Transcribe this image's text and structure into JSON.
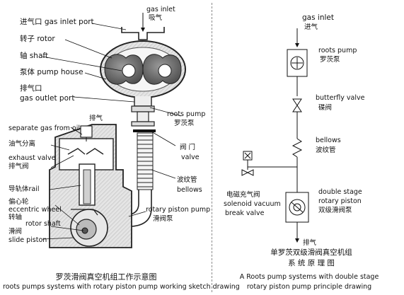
{
  "left": {
    "top_inlet_en": "gas inlet",
    "top_inlet_cn": "吸气",
    "labels": {
      "gas_inlet_port": "进气口 gas inlet port",
      "rotor": "转子 rotor",
      "shaft": "轴 shaft",
      "pump_house": "泵体 pump house",
      "gas_outlet_cn": "排气口",
      "gas_outlet_en": "gas outlet port",
      "roots_pump_en": "roots pump",
      "roots_pump_cn": "罗茨泵",
      "exhaust_top": "排气",
      "separate_gas": "separate gas from oil",
      "oil_separation": "油气分离",
      "exhaust_valve_en": "exhaust valve",
      "exhaust_valve_cn": "排气阀",
      "valve_cn": "阀  门",
      "valve_en": "valve",
      "bellows_cn": "波纹管",
      "bellows_en": "bellows",
      "rail": "导轨体rail",
      "eccentric_cn": "偏心轮",
      "eccentric_en": "eccentric wheel",
      "rotor_shaft_cn": "转轴",
      "rotor_shaft_en": "rotor shaft",
      "slide_piston_cn": "滑阀",
      "slide_piston_en": "slide piston",
      "rotary_piston_en": "rotary piston pump",
      "rotary_piston_cn": "滑阀泵"
    },
    "caption_cn": "罗茨滑阀真空机组工作示意图",
    "caption_en": "roots pumps systems with rotary piston pump working sketch drawing"
  },
  "right": {
    "gas_inlet_en": "gas inlet",
    "gas_inlet_cn": "进气",
    "roots_pump_en": "roots pump",
    "roots_pump_cn": "罗茨泵",
    "butterfly_en": "butterfly valve",
    "butterfly_cn": "碟阀",
    "bellows_en": "bellows",
    "bellows_cn": "波纹管",
    "solenoid_cn": "电磁充气阀",
    "solenoid_en1": "solenoid vacuum",
    "solenoid_en2": "break valve",
    "double_stage_en1": "double stage",
    "double_stage_en2": "rotary piston",
    "double_stage_cn": "双级滑阀泵",
    "exhaust_cn": "排气",
    "caption_cn1": "单罗茨双级滑阀真空机组",
    "caption_cn2": "系  统  原  理  图",
    "caption_en1": "A Roots pump systems with double stage",
    "caption_en2": "rotary piston pump principle drawing"
  }
}
